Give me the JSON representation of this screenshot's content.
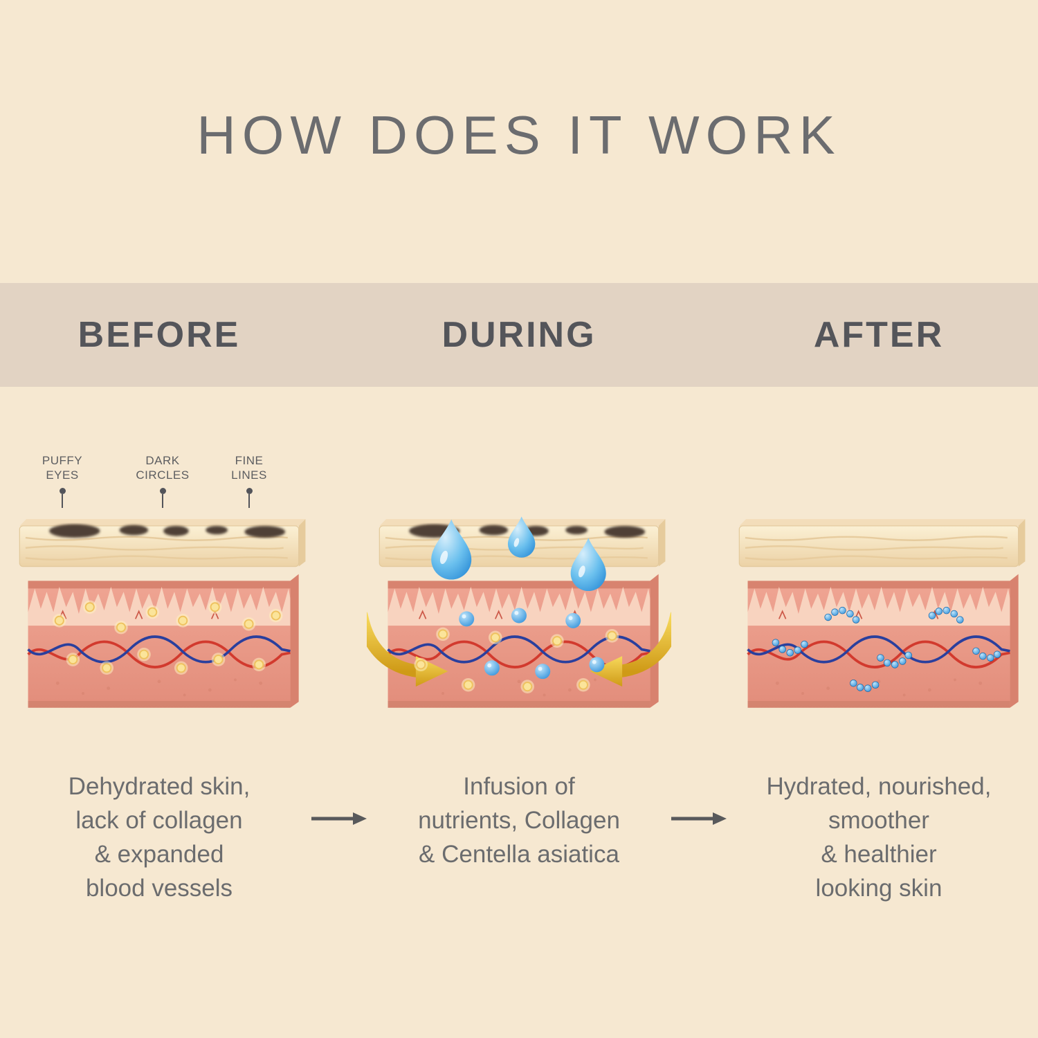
{
  "title": "HOW DOES IT WORK",
  "columns": [
    {
      "id": "before",
      "header": "BEFORE",
      "caption_lines": [
        "Dehydrated skin,",
        "lack of collagen",
        "& expanded",
        "blood vessels"
      ]
    },
    {
      "id": "during",
      "header": "DURING",
      "caption_lines": [
        "Infusion of",
        "nutrients, Collagen",
        "& Centella asiatica"
      ]
    },
    {
      "id": "after",
      "header": "AFTER",
      "caption_lines": [
        "Hydrated, nourished,",
        "smoother",
        "& healthier",
        "looking skin"
      ]
    }
  ],
  "before_labels": [
    {
      "line1": "PUFFY",
      "line2": "EYES"
    },
    {
      "line1": "DARK",
      "line2": "CIRCLES"
    },
    {
      "line1": "FINE",
      "line2": "LINES"
    }
  ],
  "colors": {
    "page_bg": "#f6e8d1",
    "band_bg": "#e2d3c3",
    "title_gray": "#6b6c6f",
    "header_gray": "#54555a",
    "caption_gray": "#6b6c6e",
    "skin_pink": "#eb9c8b",
    "papillae_pink": "#f8d3bf",
    "surface_cream": "#f8e8c7",
    "dark_spot": "#3c2f26",
    "vessel_red": "#d23a2e",
    "vessel_blue": "#2a3f9d",
    "nutrient_yellow": "#fbe49a",
    "nutrient_blue": "#1f86d6",
    "water_drop_blue": "#1b7fd0",
    "infusion_gold": "#e9b62c",
    "flow_arrow_gray": "#58595b"
  }
}
